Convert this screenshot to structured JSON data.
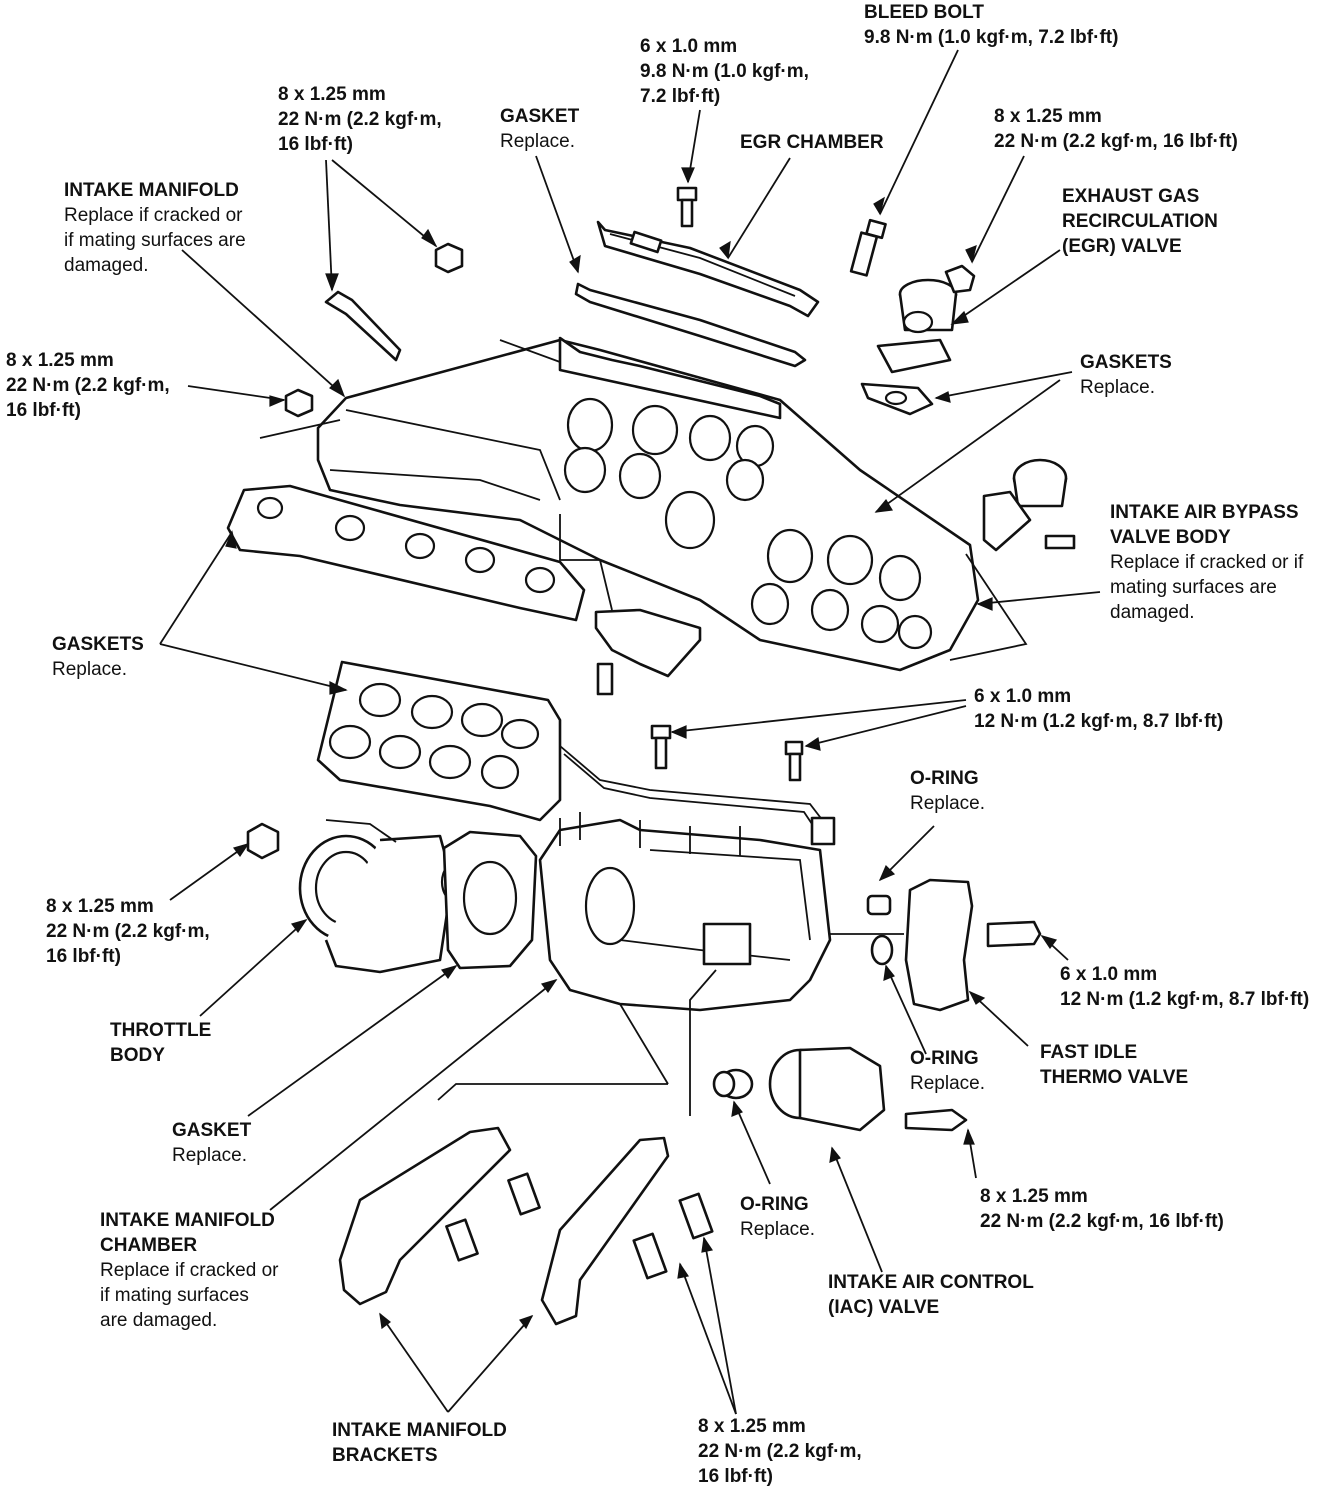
{
  "labels": {
    "bleed_bolt": {
      "title": [
        "BLEED BOLT",
        "9.8 N·m (1.0 kgf·m, 7.2 lbf·ft)"
      ]
    },
    "bolt_6x10_top": {
      "title": [
        "6 x 1.0 mm",
        "9.8 N·m (1.0 kgf·m,",
        "7.2 lbf·ft)"
      ]
    },
    "bolt_8x125_top": {
      "title": [
        "8 x 1.25 mm",
        "22 N·m (2.2 kgf·m,",
        "16 lbf·ft)"
      ]
    },
    "gasket_top": {
      "title": "GASKET",
      "note": "Replace."
    },
    "egr_chamber": {
      "title": "EGR CHAMBER"
    },
    "bolt_8x125_egr": {
      "title": [
        "8 x 1.25 mm",
        "22 N·m (2.2 kgf·m, 16 lbf·ft)"
      ]
    },
    "egr_valve": {
      "title": [
        "EXHAUST GAS",
        "RECIRCULATION",
        "(EGR) VALVE"
      ]
    },
    "intake_manifold": {
      "title": "INTAKE MANIFOLD",
      "note": [
        "Replace if cracked or",
        "if mating surfaces are",
        "damaged."
      ]
    },
    "bolt_8x125_left": {
      "title": [
        "8 x 1.25 mm",
        "22 N·m (2.2 kgf·m,",
        "16 lbf·ft)"
      ]
    },
    "gaskets_right": {
      "title": "GASKETS",
      "note": "Replace."
    },
    "bypass_valve": {
      "title": [
        "INTAKE AIR BYPASS",
        "VALVE BODY"
      ],
      "note": [
        "Replace if cracked or if",
        "mating surfaces are",
        "damaged."
      ]
    },
    "gaskets_left": {
      "title": "GASKETS",
      "note": "Replace."
    },
    "bolt_6x10_mid": {
      "title": [
        "6 x 1.0 mm",
        "12 N·m (1.2 kgf·m, 8.7 lbf·ft)"
      ]
    },
    "oring_top": {
      "title": "O-RING",
      "note": "Replace."
    },
    "bolt_8x125_tb": {
      "title": [
        "8 x 1.25 mm",
        "22 N·m (2.2 kgf·m,",
        "16 lbf·ft)"
      ]
    },
    "bolt_6x10_fitv": {
      "title": [
        "6 x 1.0 mm",
        "12 N·m (1.2 kgf·m, 8.7 lbf·ft)"
      ]
    },
    "throttle_body": {
      "title": [
        "THROTTLE",
        "BODY"
      ]
    },
    "oring_mid": {
      "title": "O-RING",
      "note": "Replace."
    },
    "fitv": {
      "title": [
        "FAST IDLE",
        "THERMO VALVE"
      ]
    },
    "gasket_tb": {
      "title": "GASKET",
      "note": "Replace."
    },
    "bolt_8x125_iac": {
      "title": [
        "8 x 1.25 mm",
        "22 N·m (2.2 kgf·m, 16 lbf·ft)"
      ]
    },
    "chamber": {
      "title": [
        "INTAKE MANIFOLD",
        "CHAMBER"
      ],
      "note": [
        "Replace if cracked or",
        "if mating surfaces",
        "are damaged."
      ]
    },
    "oring_iac": {
      "title": "O-RING",
      "note": "Replace."
    },
    "iac_valve": {
      "title": [
        "INTAKE AIR CONTROL",
        "(IAC) VALVE"
      ]
    },
    "brackets": {
      "title": [
        "INTAKE MANIFOLD",
        "BRACKETS"
      ]
    },
    "bolt_8x125_bottom": {
      "title": [
        "8 x 1.25 mm",
        "22 N·m (2.2 kgf·m,",
        "16 lbf·ft)"
      ]
    }
  }
}
